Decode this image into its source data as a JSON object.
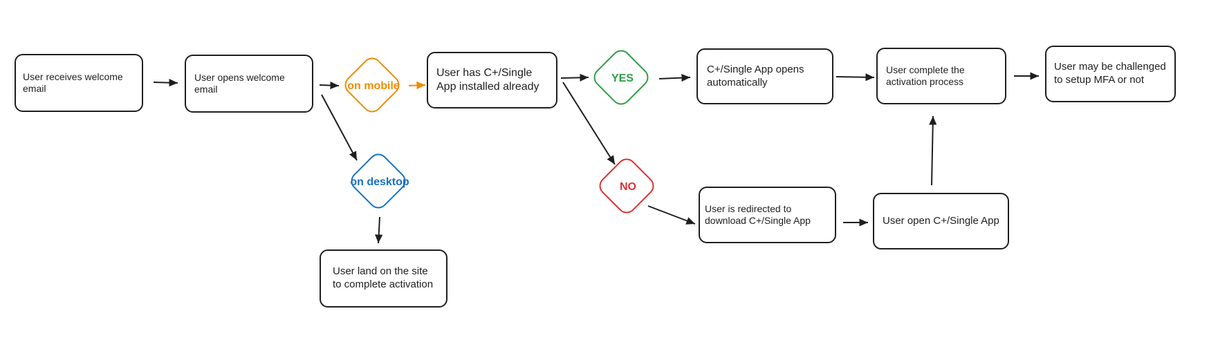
{
  "nodes": {
    "receives_email": "User receives welcome email",
    "opens_email": "User opens welcome email",
    "on_mobile": "on mobile",
    "on_desktop": "on desktop",
    "land_site": "User land on the site to complete activation",
    "has_app": "User has C+/Single App installed already",
    "yes": "YES",
    "no": "NO",
    "app_opens": "C+/Single App opens automatically",
    "redirected": "User is redirected to download C+/Single App",
    "open_app": "User open C+/Single App",
    "complete_activation": "User complete the activation process",
    "mfa": "User may be challenged to setup MFA or not"
  },
  "colors": {
    "stroke": "#1e1e1e",
    "mobile": "#f08c00",
    "desktop": "#1971c2",
    "yes": "#2f9e44",
    "no": "#e03131"
  }
}
